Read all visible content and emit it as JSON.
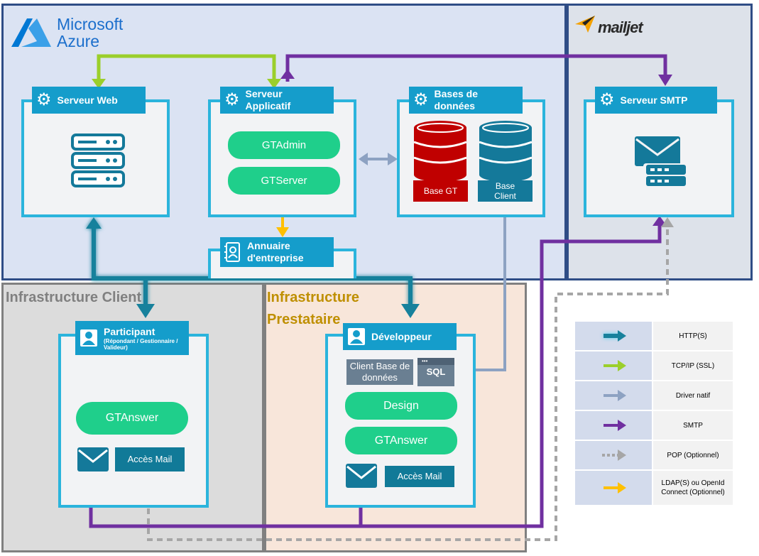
{
  "brands": {
    "microsoft": "Microsoft",
    "azure": "Azure",
    "mailjet": "mailjet"
  },
  "zones": {
    "client": "Infrastructure Client",
    "presta": "Infrastructure Prestataire"
  },
  "nodes": {
    "web": {
      "title": "Serveur Web"
    },
    "app": {
      "title": "Serveur Applicatif",
      "items": [
        "GTAdmin",
        "GTServer"
      ]
    },
    "db": {
      "title": "Bases de données",
      "db1": "Base GT",
      "db2": "Base Client"
    },
    "smtp": {
      "title": "Serveur SMTP"
    },
    "ldap": {
      "title": "Annuaire d'entreprise"
    },
    "participant": {
      "title": "Participant",
      "subtitle": "(Répondant / Gestionnaire / Valideur)",
      "app": "GTAnswer",
      "mail": "Accès Mail"
    },
    "dev": {
      "title": "Développeur",
      "client_db": "Client Base de données",
      "sql": "SQL",
      "design": "Design",
      "app": "GTAnswer",
      "mail": "Accès Mail"
    }
  },
  "legend": [
    {
      "label": "HTTP(S)",
      "color": "#17819c",
      "style": "glow"
    },
    {
      "label": "TCP/IP (SSL)",
      "color": "#9bcf2b",
      "style": "solid"
    },
    {
      "label": "Driver natif",
      "color": "#8da2c2",
      "style": "solid"
    },
    {
      "label": "SMTP",
      "color": "#7030a0",
      "style": "solid"
    },
    {
      "label": "POP (Optionnel)",
      "color": "#a6a6a6",
      "style": "dashed"
    },
    {
      "label": "LDAP(S) ou OpenId Connect (Optionnel)",
      "color": "#ffc000",
      "style": "solid"
    }
  ]
}
